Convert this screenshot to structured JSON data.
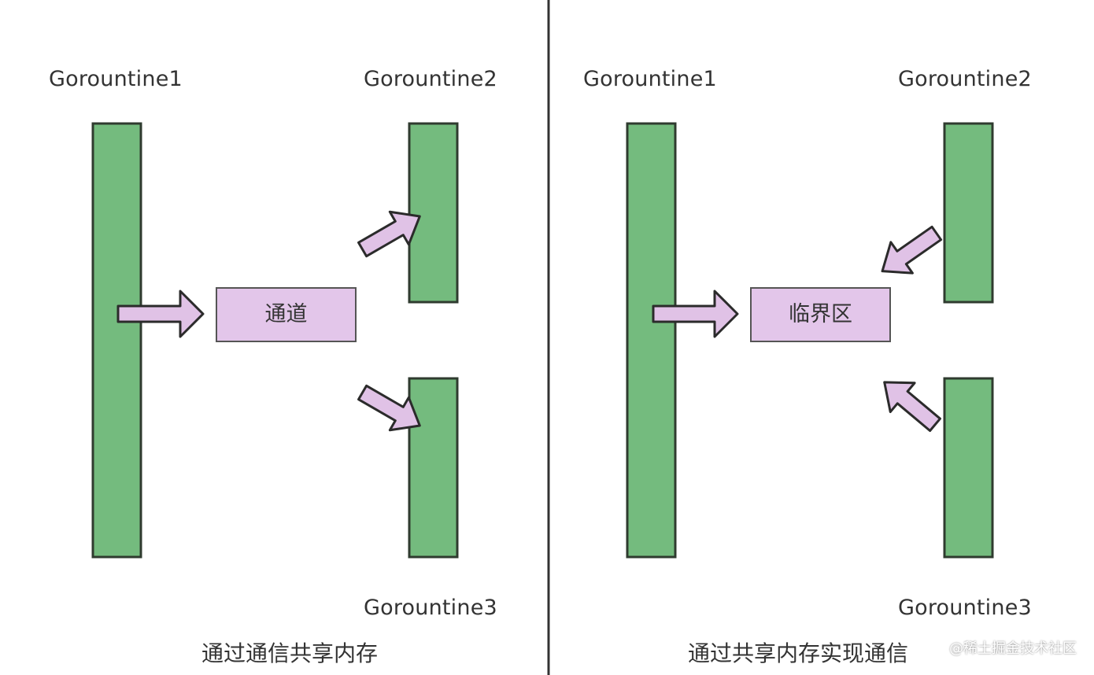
{
  "colors": {
    "bar_fill": "#74bb7e",
    "bar_stroke": "#2f3b2f",
    "arrow_fill": "#e0c2e6",
    "box_fill": "#e3c6ea",
    "divider": "#333333",
    "text": "#333333"
  },
  "left_panel": {
    "labels": {
      "g1": "Gorountine1",
      "g2": "Gorountine2",
      "g3": "Gorountine3"
    },
    "box_label": "通道",
    "caption": "通过通信共享内存"
  },
  "right_panel": {
    "labels": {
      "g1": "Gorountine1",
      "g2": "Gorountine2",
      "g3": "Gorountine3"
    },
    "box_label": "临界区",
    "caption": "通过共享内存实现通信"
  },
  "watermark": "@稀土掘金技术社区"
}
